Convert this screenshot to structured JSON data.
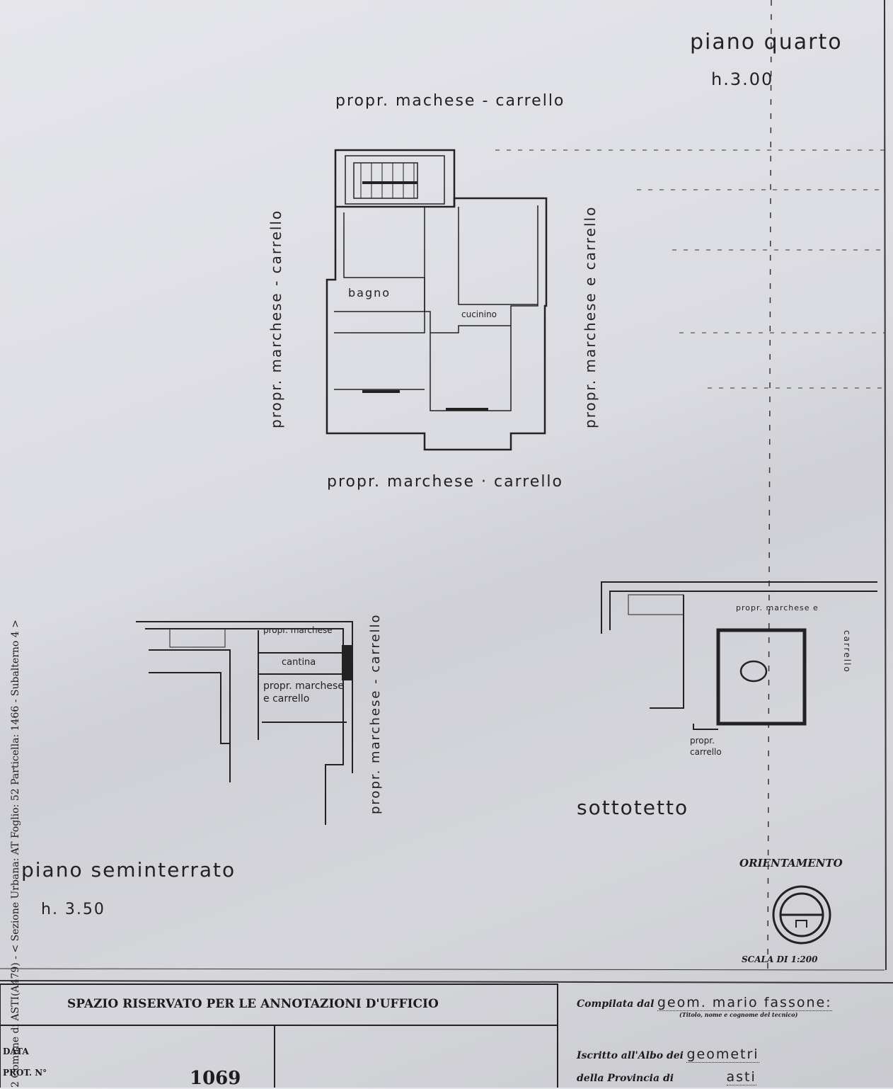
{
  "sheet": {
    "margin_note": "2 Comune di ASTI(A479) - < Sezione Urbana: AT Foglio: 52 Particella: 1466 - Subalterno 4 >"
  },
  "piano_quarto": {
    "title": "piano quarto",
    "height": "h.3.00",
    "label_top": "propr. machese - carrello",
    "label_left": "propr. marchese - carrello",
    "label_right": "propr. marchese e carrello",
    "label_bottom": "propr. marchese · carrello",
    "rooms": [
      "bagno",
      "cucinino"
    ]
  },
  "piano_seminterrato": {
    "title": "piano seminterrato",
    "height": "h. 3.50",
    "label_propr1": "propr. marchese",
    "label_cantina": "cantina",
    "label_propr2": "propr. marchese e carrello",
    "label_right": "propr. marchese - carrello"
  },
  "sottotetto": {
    "title": "sottotetto",
    "label_top": "propr. marchese e",
    "label_right": "carrello",
    "label_bottom": "propr. carrello"
  },
  "orientamento": {
    "title": "ORIENTAMENTO",
    "scale": "SCALA DI 1:200"
  },
  "office": {
    "title": "SPAZIO RISERVATO PER LE ANNOTAZIONI D'UFFICIO",
    "data_label": "DATA",
    "prot_label": "PROT. N°",
    "prot_value": "1069"
  },
  "compiler": {
    "compilata_label": "Compilata dal",
    "compilata_value": "geom. mario fassone:",
    "compilata_hint": "(Titolo, nome e cognome del tecnico)",
    "albo_label": "Iscritto all'Albo dei",
    "albo_value": "geometri",
    "provincia_label": "della Provincia di",
    "provincia_value": "asti"
  }
}
